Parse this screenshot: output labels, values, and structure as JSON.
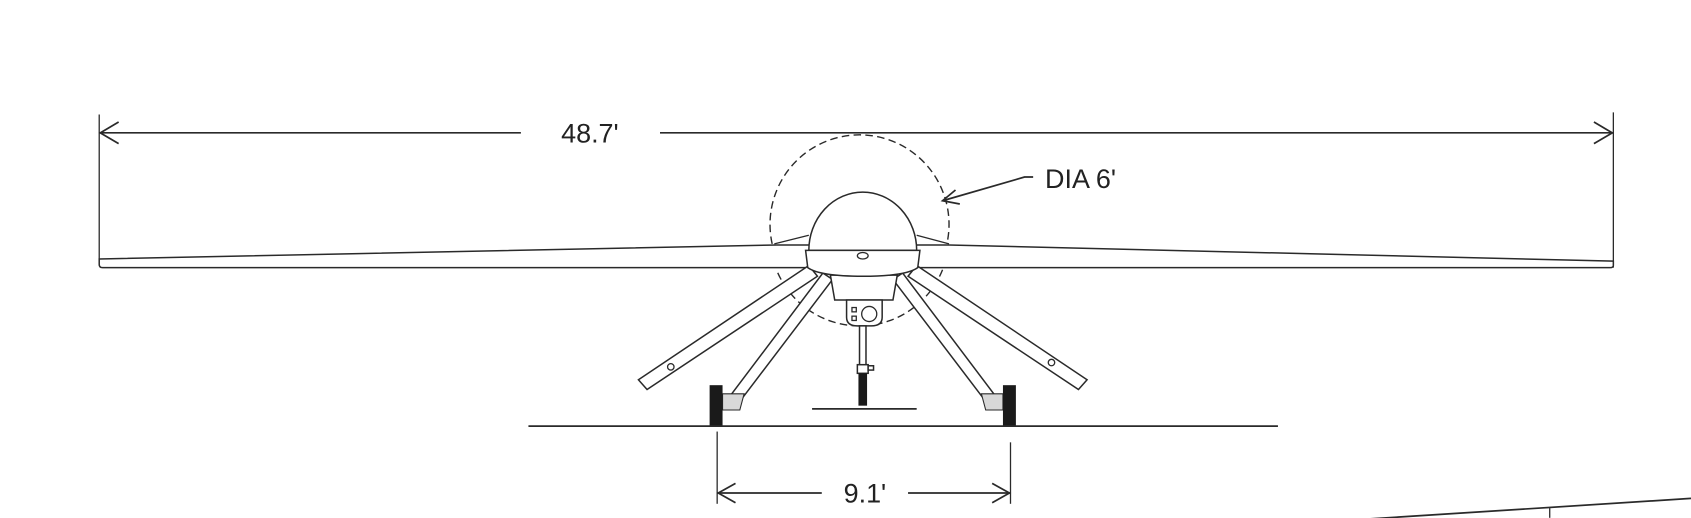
{
  "drawing": {
    "wingspan_label": "48.7'",
    "rotor_diameter_label": "DIA 6'",
    "track_width_label": "9.1'"
  },
  "colors": {
    "line": "#2a2a2a",
    "wheel": "#1a1a1a",
    "wheel_fairing": "#d8d8d8",
    "background": "#ffffff"
  }
}
